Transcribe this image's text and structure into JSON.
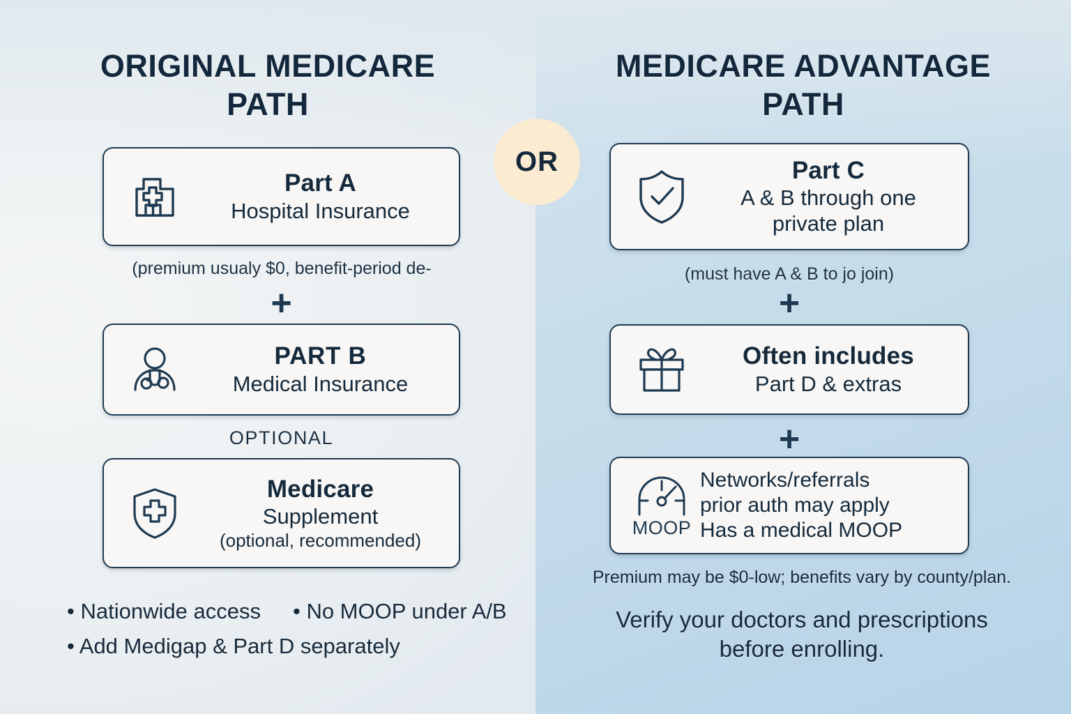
{
  "colors": {
    "ink": "#14293C",
    "navy": "#1E3A52",
    "card_fill": "#F8F7F5",
    "or_badge": "#FBEBD1",
    "bg_left": "#EFF2F3",
    "bg_right": "#C6DCEA"
  },
  "left": {
    "title_line1": "ORIGINAL MEDICARE",
    "title_line2": "PATH",
    "cards": [
      {
        "icon": "hospital-icon",
        "title": "Part A",
        "subtitle": "Hospital Insurance"
      },
      {
        "icon": "doctor-stethoscope-icon",
        "title": "PART B",
        "subtitle": "Medical Insurance"
      },
      {
        "icon": "shield-cross-icon",
        "title": "Medicare",
        "subtitle": "Supplement",
        "note": "(optional, recommended)"
      }
    ],
    "caption_part_a": "(premium usualy $0, benefit-period de-",
    "plus_1": "+",
    "optional_label": "OPTIONAL",
    "bullets": [
      "Nationwide access",
      "No MOOP under A/B",
      "Add Medigap & Part D separately"
    ],
    "bullet_marker": "•"
  },
  "center": {
    "or_label": "OR"
  },
  "right": {
    "title_line1": "MEDICARE ADVANTAGE",
    "title_line2": "PATH",
    "cards": [
      {
        "icon": "shield-check-icon",
        "title": "Part C",
        "subtitle_line1": "A & B through one",
        "subtitle_line2": "private plan"
      },
      {
        "icon": "gift-icon",
        "title": "Often includes",
        "subtitle": "Part D & extras"
      },
      {
        "icon": "gauge-moop-icon",
        "icon_label": "MOOP",
        "line1": "Networks/referrals",
        "line2": "prior auth may apply",
        "line3": "Has a medical MOOP"
      }
    ],
    "caption_part_c": "(must have A & B to jo join)",
    "plus_1": "+",
    "plus_2": "+",
    "note_premium": "Premium may be $0-low; benefits vary by county/plan.",
    "note_verify_line1": "Verify your doctors and prescriptions",
    "note_verify_line2": "before enrolling."
  }
}
